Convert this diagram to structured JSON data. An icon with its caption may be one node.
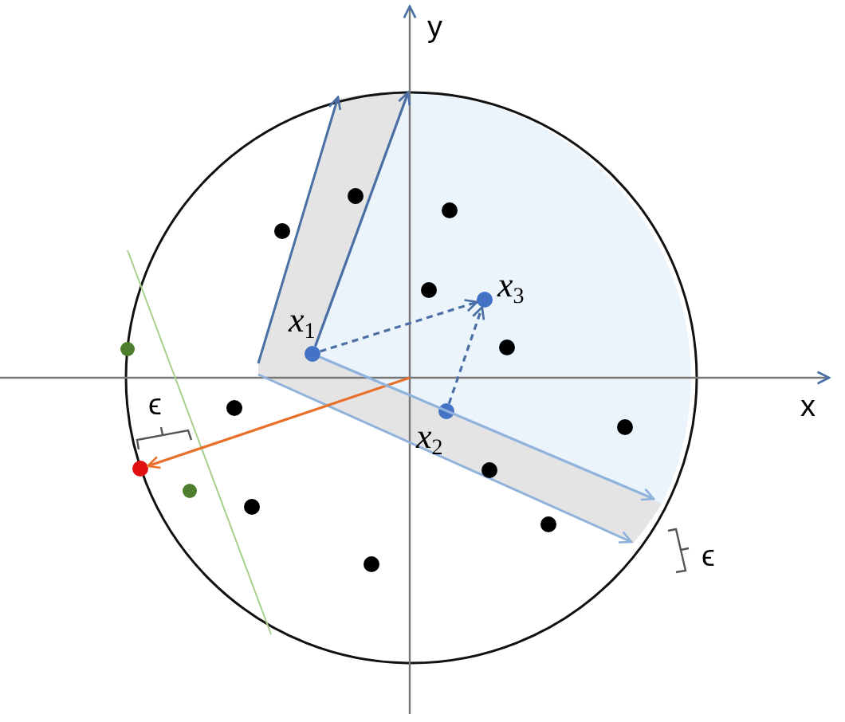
{
  "diagram": {
    "nodes": [
      {
        "text": [
          "x$_{1}$"
        ]
      },
      {
        "text": [
          "x$_{2}$"
        ]
      },
      {
        "text": [
          "x$_{3}$"
        ]
      },
      {
        "text": [],
        "shape": "circle"
      }
    ],
    "edges": [
      {
        "from": 0,
        "to": 2,
        "arrow": "to",
        "style": "dashed"
      },
      {
        "from": 1,
        "to": 2,
        "arrow": "to",
        "style": "dashed"
      },
      {
        "from": null,
        "to": 3,
        "arrow": "to",
        "color": "#e8702a"
      },
      {
        "from": 0,
        "to": null,
        "arrow": "to"
      },
      {
        "from": 0,
        "to": null,
        "arrow": "to",
        "color": "#8fb3dd"
      }
    ],
    "labels": [
      "y",
      "x",
      "ϵ",
      "ϵ"
    ]
  }
}
